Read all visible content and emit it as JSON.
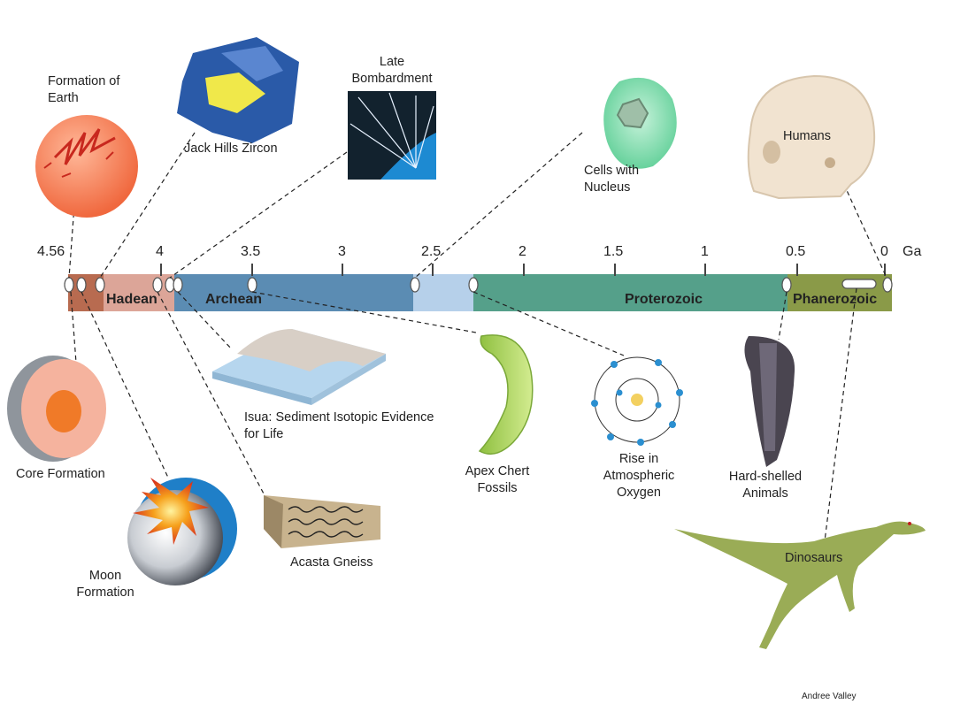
{
  "scale": {
    "unit": "Ga",
    "ticks": [
      "4.56",
      "4",
      "3.5",
      "3",
      "2.5",
      "2",
      "1.5",
      "1",
      "0.5",
      "0"
    ]
  },
  "eras": [
    "Hadean",
    "Archean",
    "Proterozoic",
    "Phanerozoic"
  ],
  "colors": {
    "hadean": "#b86b50",
    "hadean_light": "#dca598",
    "archean": "#5b8cb3",
    "archean_light": "#b6d0ea",
    "proterozoic": "#55a08a",
    "phanerozoic": "#8a9a48"
  },
  "events": {
    "formation_of_earth": "Formation of Earth",
    "jack_hills_zircon": "Jack Hills Zircon",
    "late_bombardment": "Late Bombardment",
    "cells_with_nucleus": "Cells with Nucleus",
    "humans": "Humans",
    "core_formation": "Core Formation",
    "moon_formation": "Moon Formation",
    "acasta_gneiss": "Acasta Gneiss",
    "isua": "Isua: Sediment Isotopic Evidence for Life",
    "apex_chert": "Apex Chert Fossils",
    "oxygen": "Rise in Atmospheric Oxygen",
    "hard_shelled": "Hard-shelled Animals",
    "dinosaurs": "Dinosaurs"
  },
  "credit": "Andree Valley"
}
